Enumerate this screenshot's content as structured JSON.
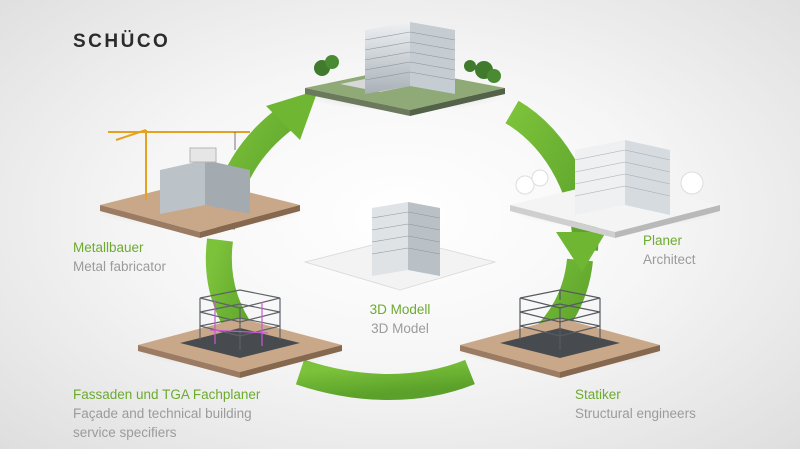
{
  "brand": {
    "logo": "SCHÜCO",
    "accent": "#6cab2e",
    "secondary_text": "#9b9b9b"
  },
  "roles": [
    {
      "id": "planer",
      "de": "Planer",
      "en": "Architect"
    },
    {
      "id": "statiker",
      "de": "Statiker",
      "en": "Structural engineers"
    },
    {
      "id": "fassaden",
      "de": "Fassaden und TGA Fachplaner",
      "en_lines": [
        "Façade and technical building",
        "service specifiers"
      ]
    },
    {
      "id": "metallbauer",
      "de": "Metallbauer",
      "en": "Metal fabricator"
    }
  ],
  "center": {
    "de": "3D Modell",
    "en": "3D Model"
  }
}
